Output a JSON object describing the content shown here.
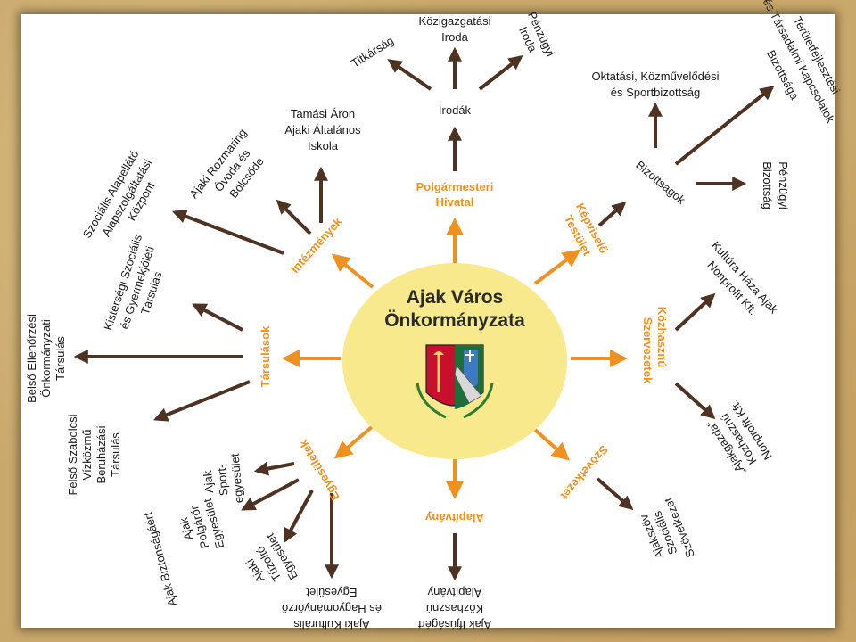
{
  "center": {
    "line1": "Ajak Város",
    "line2": "Önkormányzata"
  },
  "colors": {
    "orange": "#f0901e",
    "brown": "#4e3222",
    "center_fill": "#f7e98c",
    "frame": "#c9a86b"
  },
  "categories": {
    "hivatal": [
      "Polgármesteri",
      "Hivatal"
    ],
    "kepviselo": [
      "Képviselő",
      "Testület"
    ],
    "kozhasznu": [
      "Közhasznú",
      "Szervezetek"
    ],
    "szovetkezet": [
      "Szövetkezet"
    ],
    "alapitvany": [
      "Alapítvány"
    ],
    "egyesuletek": [
      "Egyesületek"
    ],
    "tarsulasok": [
      "Társulások"
    ],
    "intezmenyek": [
      "Intézmények"
    ]
  },
  "sub": {
    "irodak": [
      "Irodák"
    ],
    "bizottsagok": [
      "Bizottságok"
    ]
  },
  "leaves": {
    "titkarsag": [
      "Titkárság"
    ],
    "kozigazgatasi": [
      "Közigazgatási",
      "Iroda"
    ],
    "penzugyi_iroda": [
      "Pénzügyi",
      "Iroda"
    ],
    "oktatasi": [
      "Oktatási, Közművelődési",
      "és Sportbizottság"
    ],
    "teruletfejl": [
      "Területfejlesztési",
      "és Társadalmi Kapcsolatok",
      "Bizottsága"
    ],
    "penzugyi_biz": [
      "Pénzügyi",
      "Bizottság"
    ],
    "kultura": [
      "Kultúra Háza Ajak",
      "Nonprofit Kft."
    ],
    "ajakgazda": [
      "„Ajakgazda\"",
      "Közhasznú",
      "Nonprofit Kft."
    ],
    "ajakszov": [
      "Ajakszöv",
      "Szociális",
      "Szövetkezet"
    ],
    "ifjusag": [
      "Ajak Ifjúságért",
      "Közhasznú",
      "Alapítvány"
    ],
    "kulturalis": [
      "Ajaki Kulturális",
      "és Hagyományőrző",
      "Egyesület"
    ],
    "tuzolto": [
      "Ajaki",
      "Tűzoltó",
      "Egyesület"
    ],
    "polgaror": [
      "Ajak",
      "Polgárőr",
      "Egyesület"
    ],
    "biztonsagert": [
      "Ajak Biztonságáért"
    ],
    "sport": [
      "Ajak",
      "Sport-",
      "egyesület"
    ],
    "felso": [
      "Felső Szabolcsi",
      "Vízközmű",
      "Beruházási",
      "Társulás"
    ],
    "belso": [
      "Belső Ellenőrzési",
      "Önkormányzati",
      "Társulás"
    ],
    "kisterseg": [
      "Kistérségi Szociális",
      "és Gyermekjóléti",
      "Társulás"
    ],
    "szocialis": [
      "Szociális Alapellátó",
      "Alapszolgáltatási",
      "Központ"
    ],
    "rozmaring": [
      "Ajaki Rozmaring",
      "Óvoda és",
      "Bölcsőde"
    ],
    "tamasi": [
      "Tamási Áron",
      "Ajaki Általános",
      "Iskola"
    ]
  }
}
